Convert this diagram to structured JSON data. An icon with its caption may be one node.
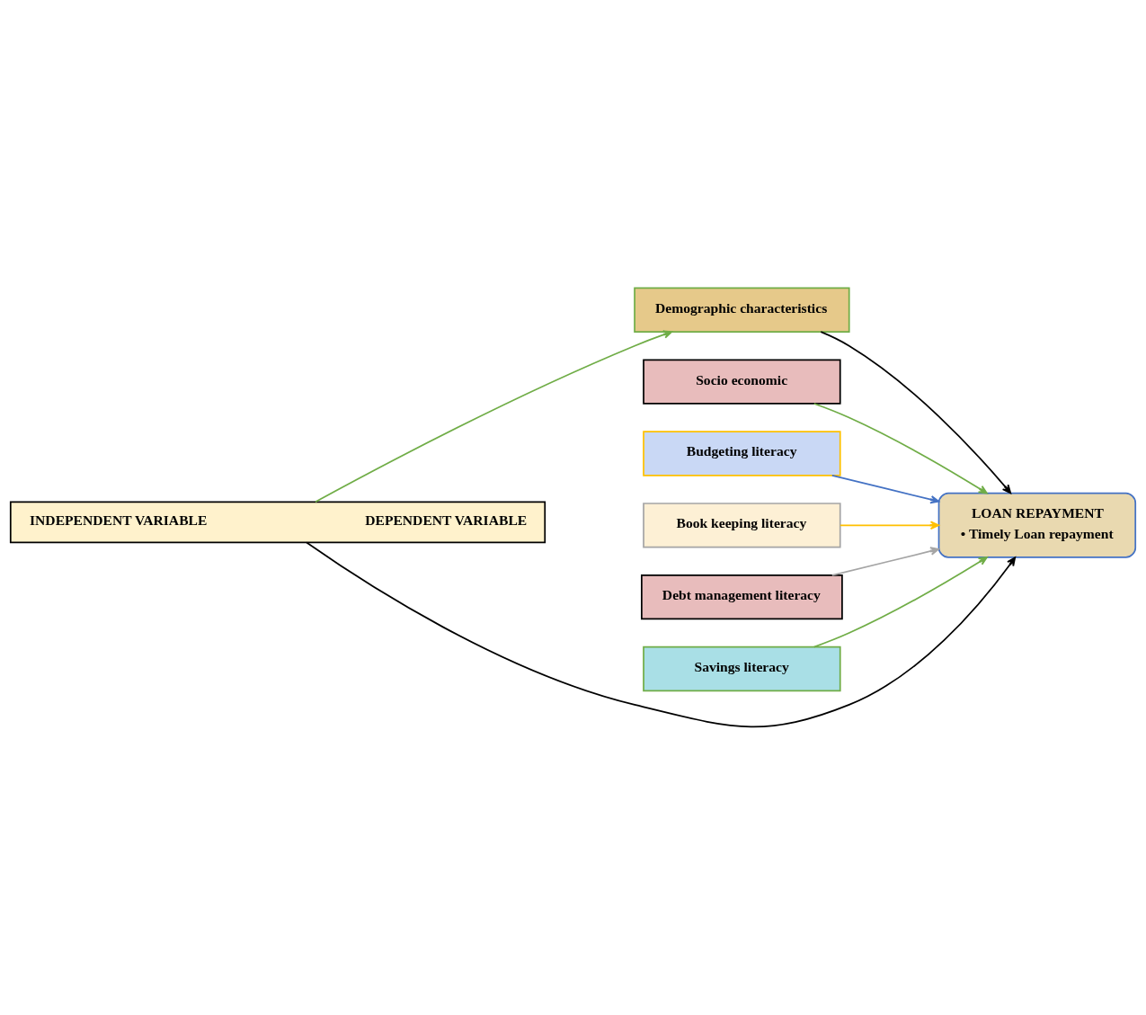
{
  "diagram": {
    "nodes": [
      {
        "text": [
          "INDEPENDENT VARIABLE",
          "DEPENDENT VARIABLE"
        ]
      },
      {
        "text": [
          "Demographic characteristics"
        ]
      },
      {
        "text": [
          "Socio economic"
        ]
      },
      {
        "text": [
          "Budgeting literacy"
        ]
      },
      {
        "text": [
          "Book keeping literacy"
        ]
      },
      {
        "text": [
          "Debt management literacy"
        ]
      },
      {
        "text": [
          "Savings literacy"
        ]
      },
      {
        "text": [
          "LOAN REPAYMENT",
          "• Timely Loan repayment"
        ]
      }
    ],
    "edges": [
      {
        "from": 0,
        "to": 1,
        "arrow": "to",
        "color": "#70ad47"
      },
      {
        "from": 0,
        "to": 7,
        "arrow": "to",
        "color": "#000000"
      },
      {
        "from": 1,
        "to": 7,
        "arrow": "to",
        "color": "#000000"
      },
      {
        "from": 2,
        "to": 7,
        "arrow": "to",
        "color": "#70ad47"
      },
      {
        "from": 3,
        "to": 7,
        "arrow": "to",
        "color": "#4472c4"
      },
      {
        "from": 4,
        "to": 7,
        "arrow": "to",
        "color": "#ffc000"
      },
      {
        "from": 5,
        "to": 7,
        "arrow": "to",
        "color": "#a5a5a5"
      },
      {
        "from": 6,
        "to": 7,
        "arrow": "to",
        "color": "#70ad47"
      }
    ]
  }
}
